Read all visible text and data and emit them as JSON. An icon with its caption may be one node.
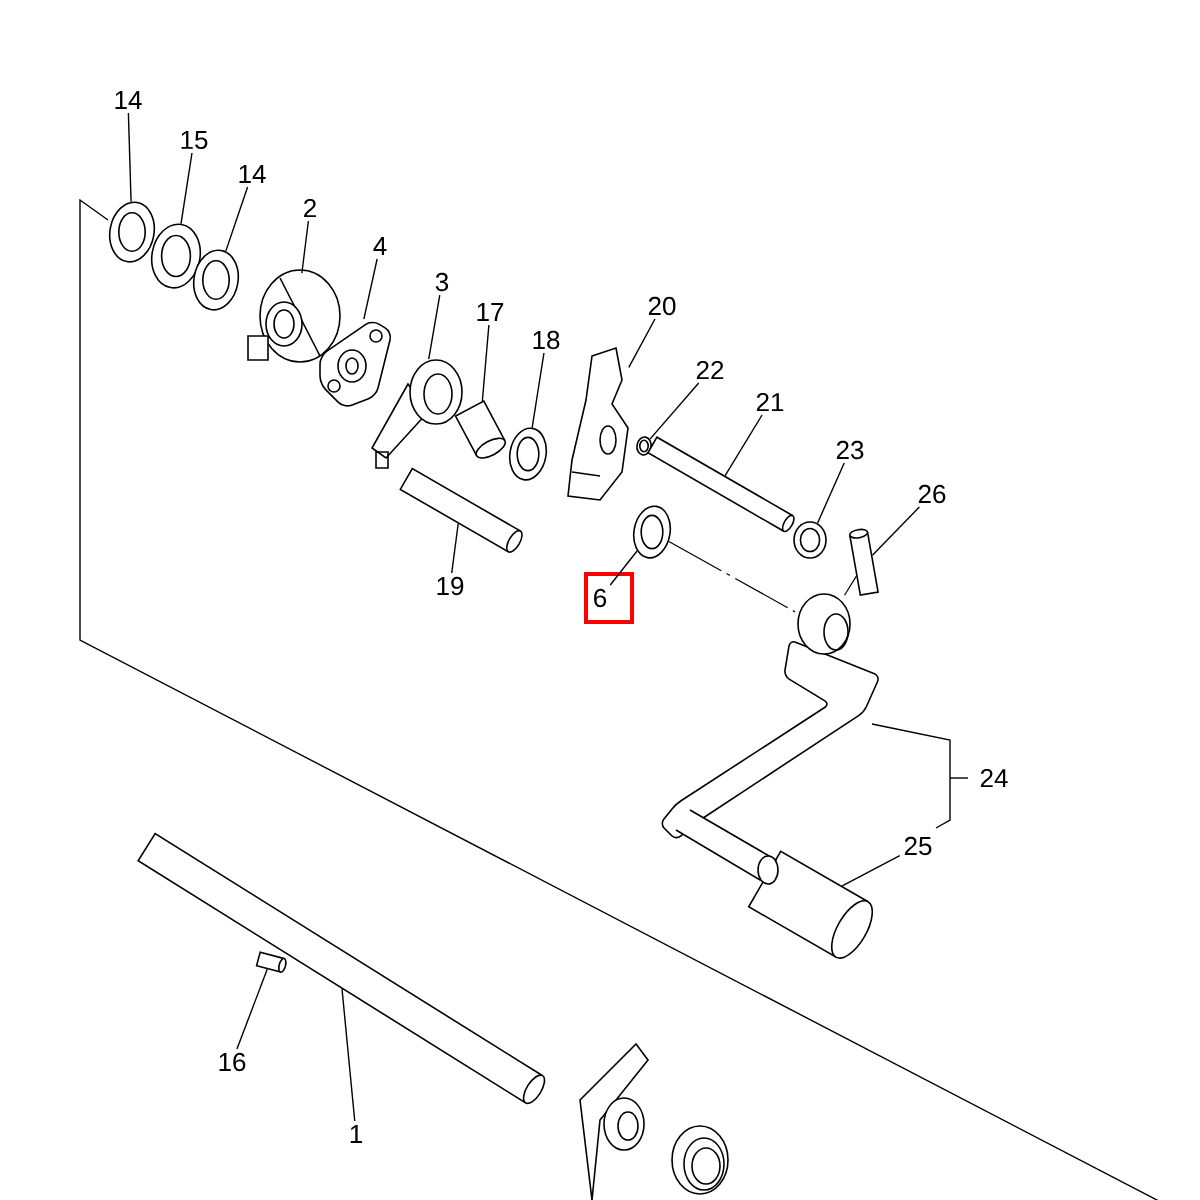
{
  "diagram": {
    "nodes": [
      {
        "text": [
          "14"
        ]
      },
      {
        "text": [],
        "shape": "circle"
      },
      {
        "text": [
          "15"
        ]
      },
      {
        "text": [],
        "shape": "circle"
      },
      {
        "text": [
          "14"
        ]
      },
      {
        "text": [],
        "shape": "circle"
      },
      {
        "text": [
          "2"
        ]
      },
      {
        "text": [],
        "shape": "picture"
      },
      {
        "text": [
          "4"
        ]
      },
      {
        "text": [],
        "shape": "picture"
      },
      {
        "text": [
          "3"
        ]
      },
      {
        "text": [],
        "shape": "picture"
      },
      {
        "text": [
          "17"
        ]
      },
      {
        "text": [],
        "shape": "cylinder"
      },
      {
        "text": [
          "18"
        ]
      },
      {
        "text": [],
        "shape": "circle"
      },
      {
        "text": [
          "20"
        ]
      },
      {
        "text": [],
        "shape": "picture"
      },
      {
        "text": [
          "22"
        ]
      },
      {
        "text": [],
        "shape": "circle"
      },
      {
        "text": [
          "21"
        ]
      },
      {
        "text": [],
        "shape": "cylinder"
      },
      {
        "text": [
          "23"
        ]
      },
      {
        "text": [],
        "shape": "circle"
      },
      {
        "text": [
          "26"
        ]
      },
      {
        "text": [],
        "shape": "cylinder"
      },
      {
        "text": [
          "6"
        ]
      },
      {
        "text": [],
        "shape": "circle"
      },
      {
        "text": [
          "19"
        ]
      },
      {
        "text": [],
        "shape": "cylinder"
      },
      {
        "text": [
          "25"
        ]
      },
      {
        "text": [],
        "shape": "cylinder"
      },
      {
        "text": [
          "16"
        ]
      },
      {
        "text": [],
        "shape": "cylinder"
      },
      {
        "text": [
          "1"
        ]
      },
      {
        "text": [],
        "shape": "cylinder"
      },
      {
        "text": [],
        "shape": "picture"
      }
    ],
    "edges": [
      {
        "from": 0,
        "to": 1,
        "arrow": "none"
      },
      {
        "from": 2,
        "to": 3,
        "arrow": "none"
      },
      {
        "from": 4,
        "to": 5,
        "arrow": "none"
      },
      {
        "from": 6,
        "to": 7,
        "arrow": "none"
      },
      {
        "from": 8,
        "to": 9,
        "arrow": "none"
      },
      {
        "from": 10,
        "to": 11,
        "arrow": "none"
      },
      {
        "from": 12,
        "to": 13,
        "arrow": "none"
      },
      {
        "from": 14,
        "to": 15,
        "arrow": "none"
      },
      {
        "from": 16,
        "to": 17,
        "arrow": "none"
      },
      {
        "from": 18,
        "to": 19,
        "arrow": "none"
      },
      {
        "from": 20,
        "to": 21,
        "arrow": "none"
      },
      {
        "from": 22,
        "to": 23,
        "arrow": "none"
      },
      {
        "from": 24,
        "to": 25,
        "arrow": "none"
      },
      {
        "from": 26,
        "to": 27,
        "arrow": "none"
      },
      {
        "from": 28,
        "to": 29,
        "arrow": "none"
      },
      {
        "from": 30,
        "to": 31,
        "arrow": "none"
      },
      {
        "from": 32,
        "to": 33,
        "arrow": "none"
      },
      {
        "from": 34,
        "to": 35,
        "arrow": "none"
      },
      {
        "from": 27,
        "to": 36,
        "arrow": "none",
        "style": "dashed"
      },
      {
        "from": 25,
        "to": 36,
        "arrow": "none",
        "style": "dashed"
      }
    ],
    "labels": [
      "24"
    ]
  }
}
